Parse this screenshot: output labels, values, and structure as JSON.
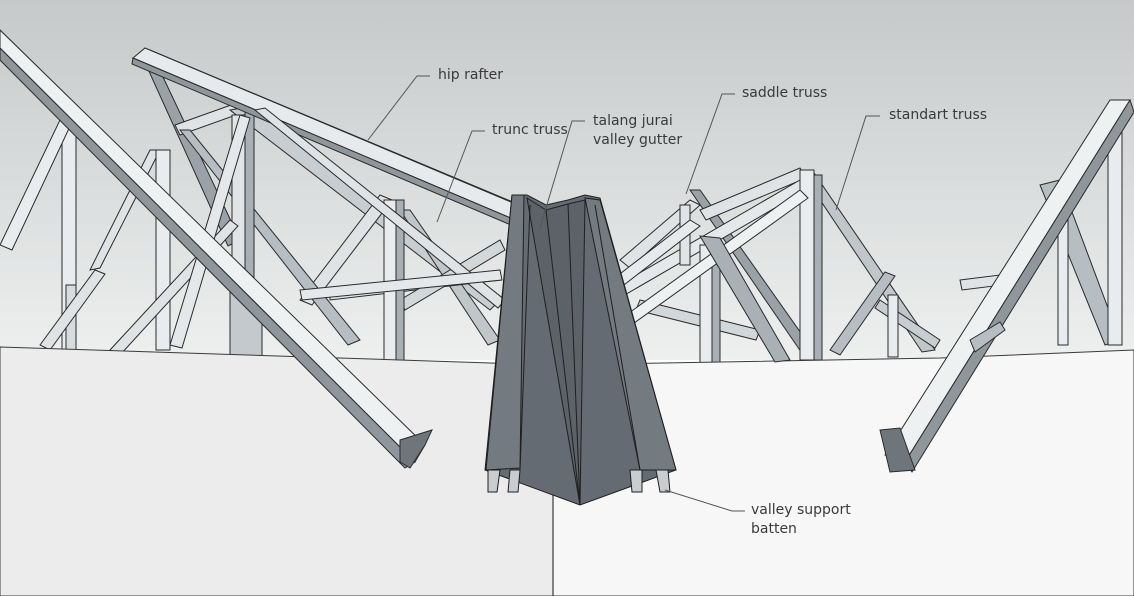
{
  "labels": {
    "hip_rafter": "hip rafter",
    "trunc_truss": "trunc truss",
    "valley_gutter_line1": "talang jurai",
    "valley_gutter_line2": "valley gutter",
    "saddle_truss": "saddle truss",
    "standart_truss": "standart truss",
    "valley_support_line1": "valley support",
    "valley_support_line2": "batten"
  },
  "colors": {
    "sky_top": "#c6c9c9",
    "sky_bottom": "#eef0f0",
    "ground_left": "#ececec",
    "ground_right": "#f7f7f7",
    "steel_light": "#e4e8ea",
    "steel_mid": "#a9b0b5",
    "steel_dark": "#5e666d",
    "gutter": "#646b72",
    "outline": "#2a2a2a",
    "leader": "#555555"
  }
}
